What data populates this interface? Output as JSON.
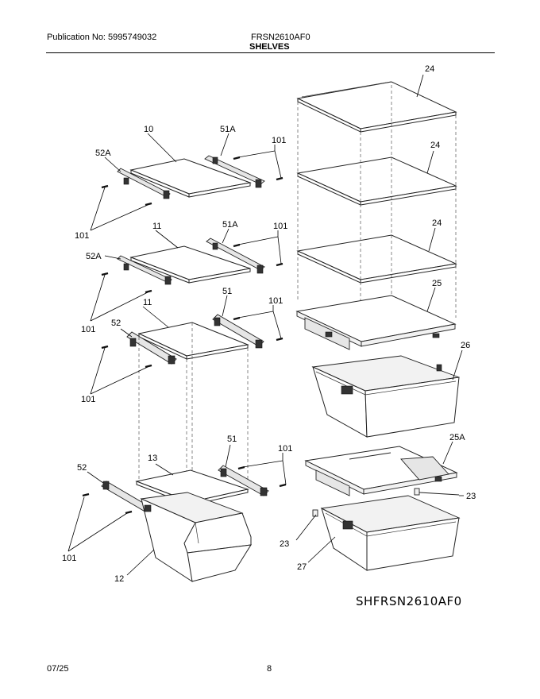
{
  "header": {
    "publication_label": "Publication No: 5995749032",
    "model": "FRSN2610AF0",
    "section_title": "SHELVES"
  },
  "footer": {
    "date": "07/25",
    "page": "8"
  },
  "diagram_id": "SHFRSN2610AF0",
  "callouts": {
    "c24a": "24",
    "c24b": "24",
    "c24c": "24",
    "c25": "25",
    "c26": "26",
    "c25A": "25A",
    "c23a": "23",
    "c23b": "23",
    "c27": "27",
    "c10": "10",
    "c51Aa": "51A",
    "c101a": "101",
    "c52Aa": "52A",
    "c101b": "101",
    "c11a": "11",
    "c51Ab": "51A",
    "c101c": "101",
    "c52Ab": "52A",
    "c101d": "101",
    "c11b": "11",
    "c51a": "51",
    "c101e": "101",
    "c52a": "52",
    "c101f": "101",
    "c13": "13",
    "c51b": "51",
    "c101g": "101",
    "c52b": "52",
    "c101h": "101",
    "c12": "12"
  }
}
